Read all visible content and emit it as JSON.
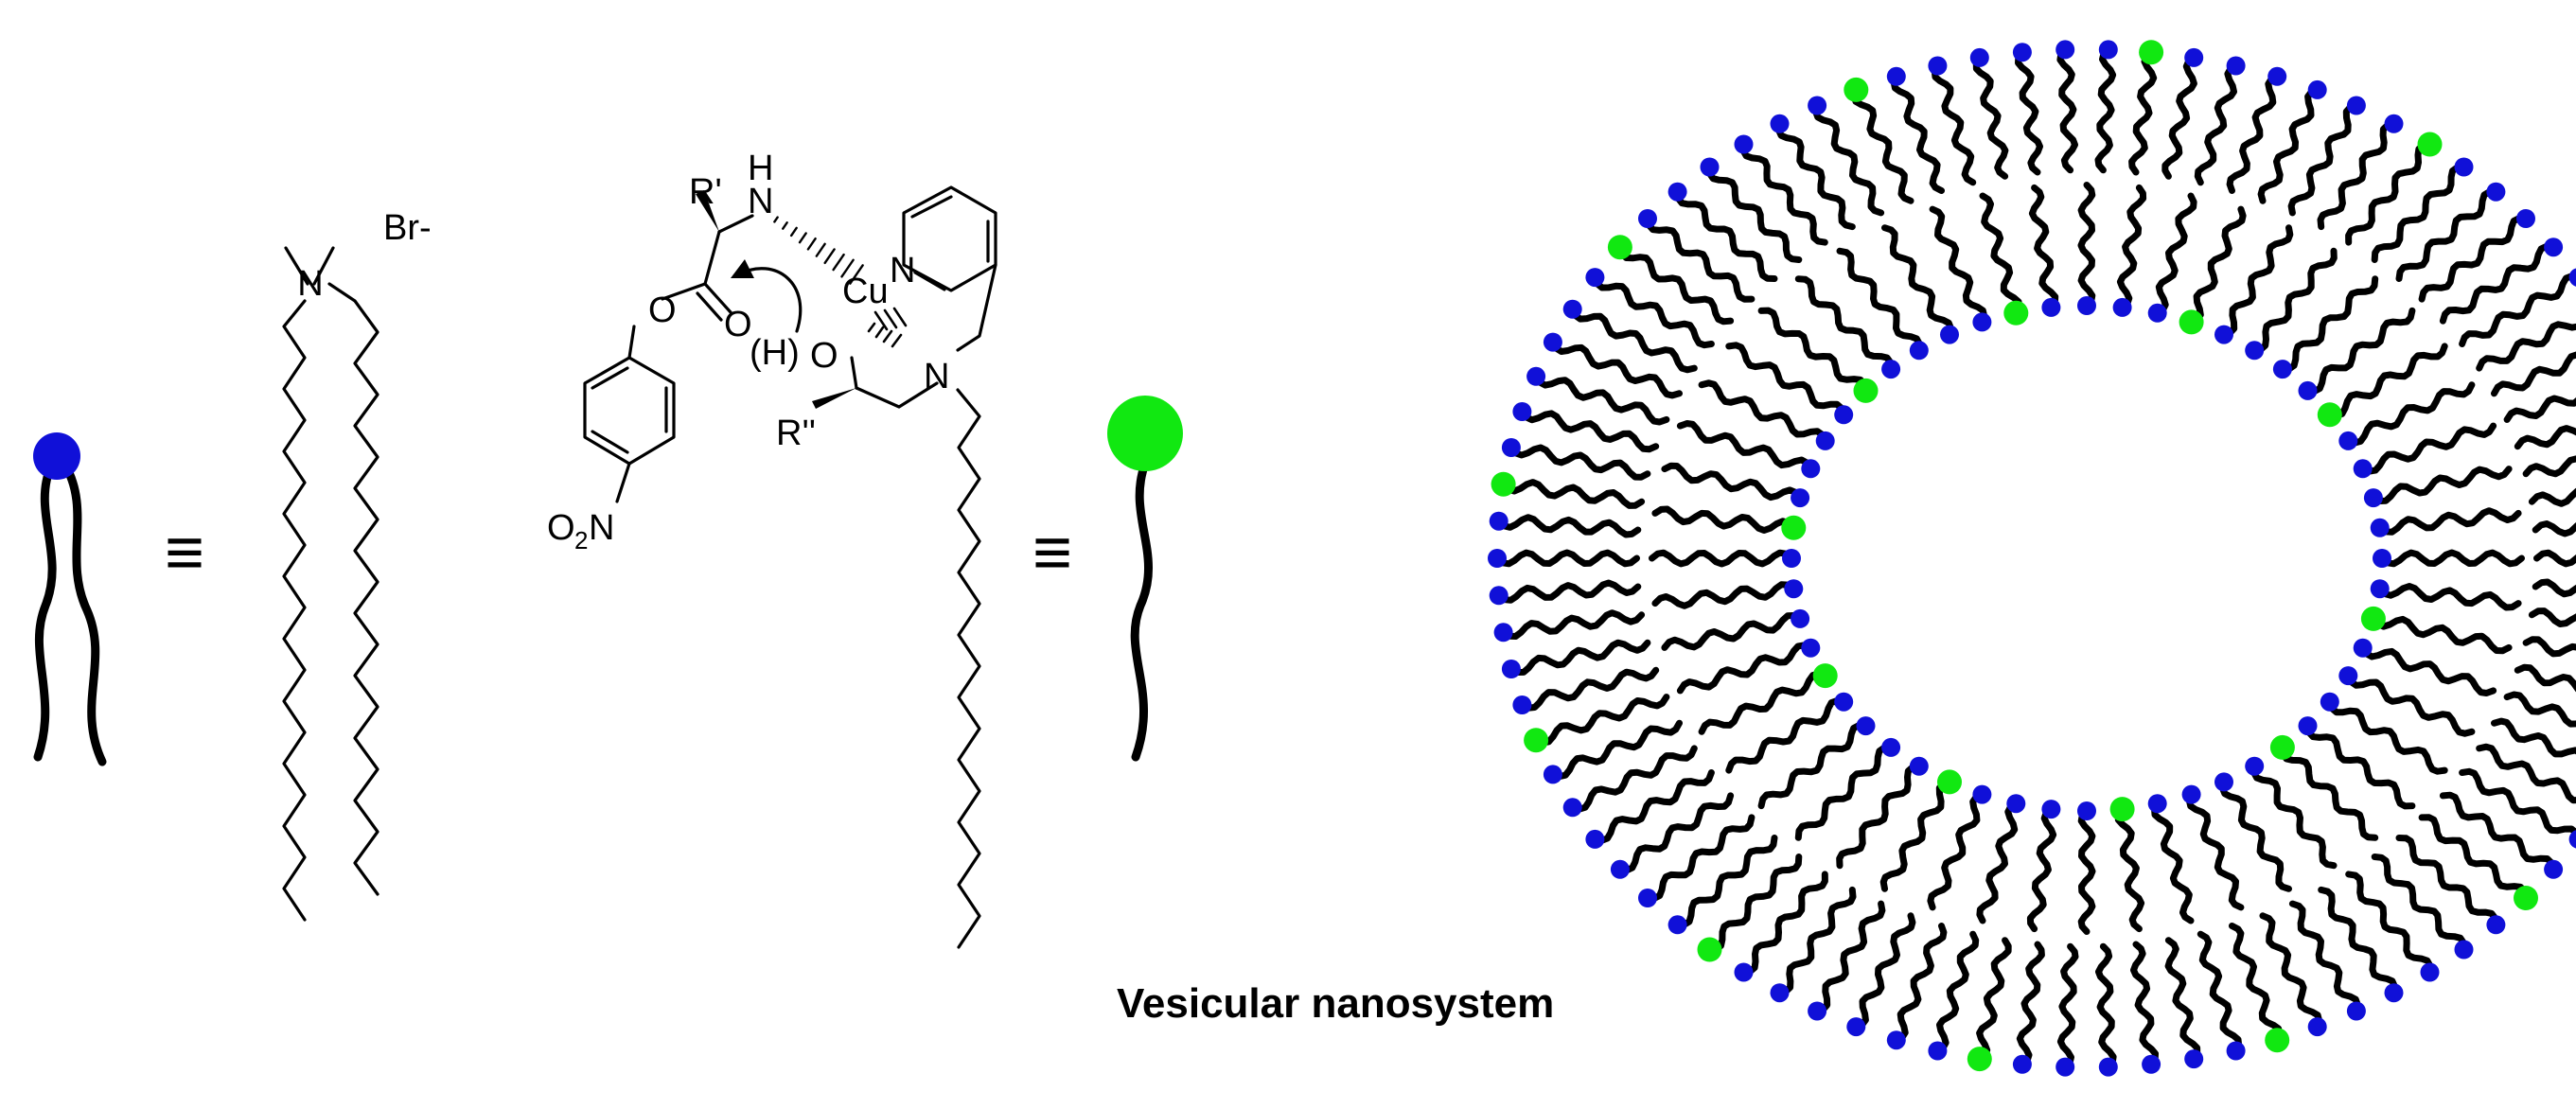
{
  "colors": {
    "ammonium_head": "#1010d8",
    "ligand_head": "#11e811",
    "line": "#000000",
    "background": "#ffffff"
  },
  "labels": {
    "equivalence": "≡",
    "counterion": "Br-",
    "nitrogen": "N",
    "copper": "Cu",
    "amine": "H",
    "r_prime": "R'",
    "r_double_prime": "R''",
    "oxygen": "O",
    "hydroxyl_h": "(H)",
    "nitro_o": "O",
    "nitro_o_subscript": "2",
    "nitro_n": "N",
    "caption": "Vesicular nanosystem"
  },
  "icons": {
    "ammonium_amphiphile": "double-tail-blue-head-icon",
    "ligand_amphiphile": "single-tail-green-head-icon",
    "vesicle": "bilayer-vesicle-icon",
    "attack_arrow": "curved-arrow-icon"
  }
}
